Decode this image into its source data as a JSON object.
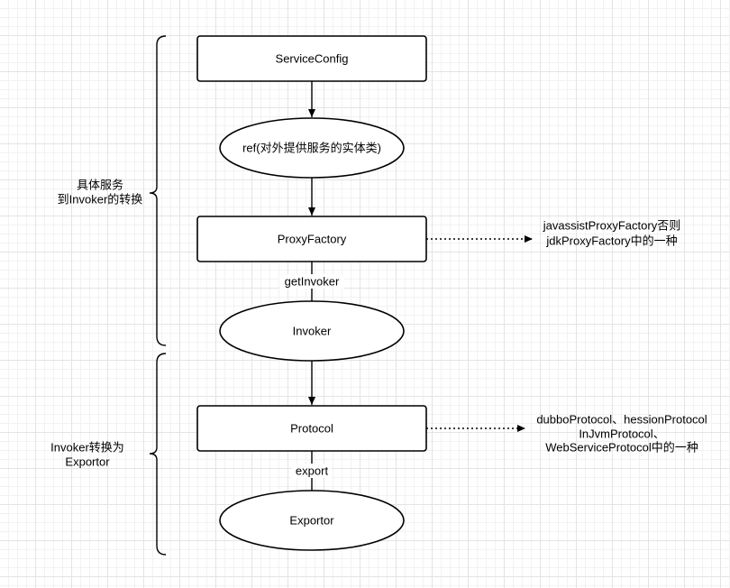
{
  "nodes": {
    "service_config": "ServiceConfig",
    "ref": "ref(对外提供服务的实体类)",
    "proxy_factory": "ProxyFactory",
    "invoker": "Invoker",
    "protocol": "Protocol",
    "exportor": "Exportor"
  },
  "edge_labels": {
    "get_invoker": "getInvoker",
    "export": "export"
  },
  "annotations": {
    "proxy_factory_note": [
      "javassistProxyFactory否则",
      "jdkProxyFactory中的一种"
    ],
    "protocol_note": [
      "dubboProtocol、hessionProtocol",
      "InJvmProtocol、",
      "WebServiceProtocol中的一种"
    ]
  },
  "braces": {
    "service_to_invoker": [
      "具体服务",
      "到Invoker的转换"
    ],
    "invoker_to_exportor": [
      "Invoker转换为",
      "Exportor"
    ]
  }
}
